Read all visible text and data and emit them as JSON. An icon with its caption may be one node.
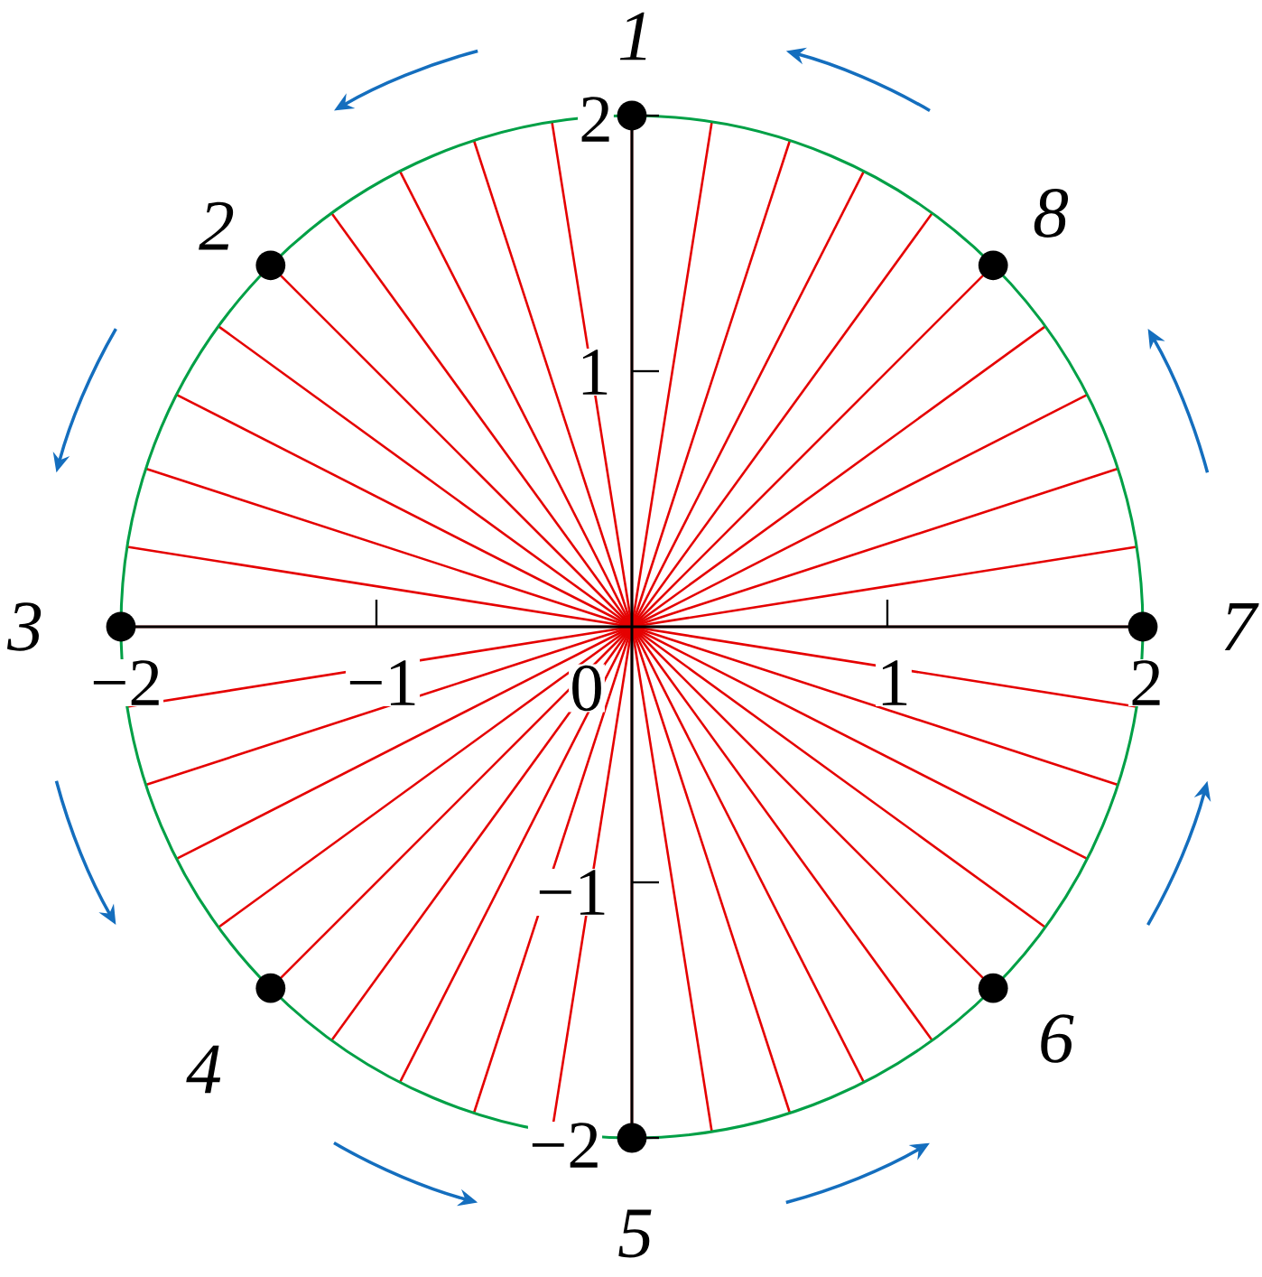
{
  "diagram": {
    "nodes": [
      {
        "text": [],
        "shape": "circle",
        "beside": [
          "1"
        ]
      },
      {
        "text": [],
        "shape": "circle",
        "beside": [
          "2"
        ]
      },
      {
        "text": [],
        "shape": "circle",
        "beside": [
          "3"
        ]
      },
      {
        "text": [],
        "shape": "circle",
        "beside": [
          "4"
        ]
      },
      {
        "text": [],
        "shape": "circle",
        "beside": [
          "5"
        ]
      },
      {
        "text": [],
        "shape": "circle",
        "beside": [
          "6"
        ]
      },
      {
        "text": [],
        "shape": "circle",
        "beside": [
          "7"
        ]
      },
      {
        "text": [],
        "shape": "circle",
        "beside": [
          "8"
        ]
      }
    ],
    "labels": [
      "2",
      "1",
      "−2",
      "−1",
      "0",
      "1",
      "2",
      "−1",
      "−2"
    ]
  }
}
